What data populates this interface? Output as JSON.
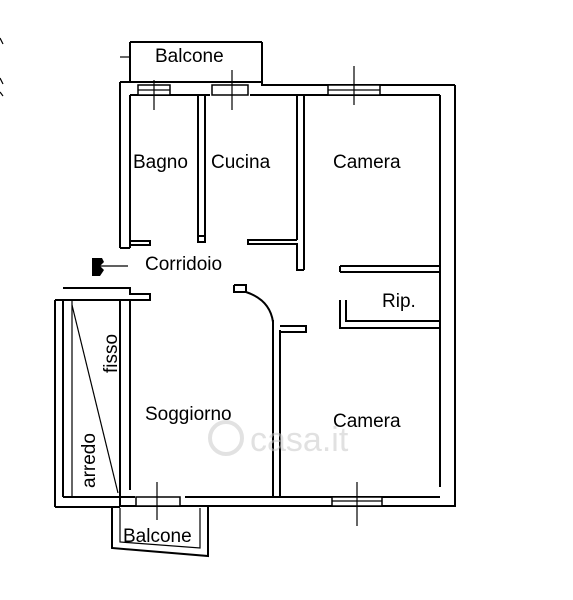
{
  "rooms": {
    "balcone_top": "Balcone",
    "bagno": "Bagno",
    "cucina": "Cucina",
    "camera_top": "Camera",
    "corridoio": "Corridoio",
    "rip": "Rip.",
    "soggiorno": "Soggiorno",
    "camera_bottom": "Camera",
    "balcone_bottom": "Balcone"
  },
  "furniture": {
    "fisso": "fisso",
    "arredo": "arredo"
  },
  "watermark": "casa.it"
}
